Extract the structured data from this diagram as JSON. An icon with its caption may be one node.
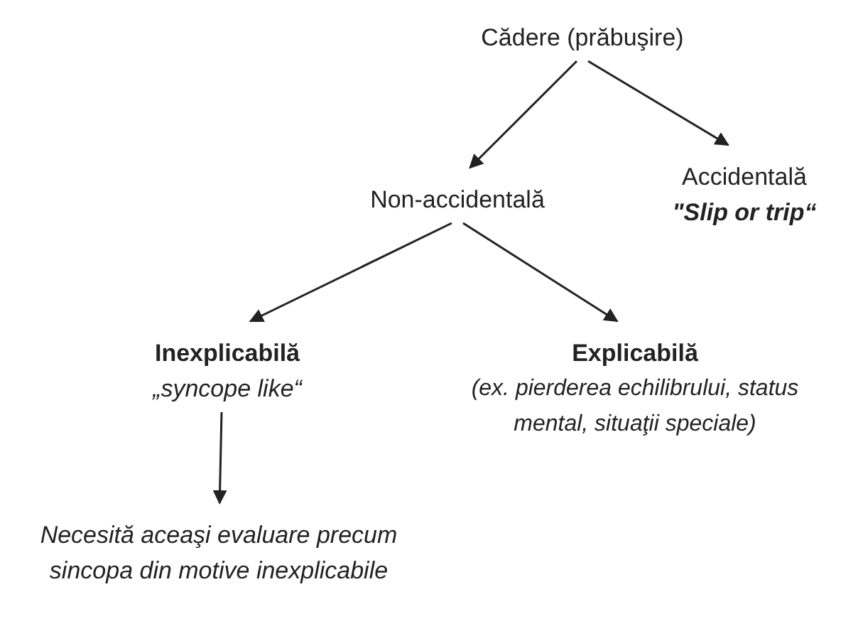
{
  "diagram": {
    "nodes": [
      {
        "text": [
          "Cădere (prăbuşire)"
        ]
      },
      {
        "text": [
          "Non-accidentală"
        ]
      },
      {
        "text": [
          "Accidentală",
          "\"Slip or trip“"
        ]
      },
      {
        "text": [
          "Inexplicabilă",
          "„syncope like“"
        ]
      },
      {
        "text": [
          "Explicabilă",
          "(ex. pierderea echilibrului, status mental, situaţii speciale)"
        ]
      },
      {
        "text": [
          "Necesită aceaşi evaluare precum sincopa din motive inexplicabile"
        ]
      }
    ],
    "edges": [
      {
        "from": 0,
        "to": 1,
        "arrow": "to"
      },
      {
        "from": 0,
        "to": 2,
        "arrow": "to"
      },
      {
        "from": 1,
        "to": 3,
        "arrow": "to"
      },
      {
        "from": 1,
        "to": 4,
        "arrow": "to"
      },
      {
        "from": 3,
        "to": 5,
        "arrow": "to"
      }
    ]
  }
}
